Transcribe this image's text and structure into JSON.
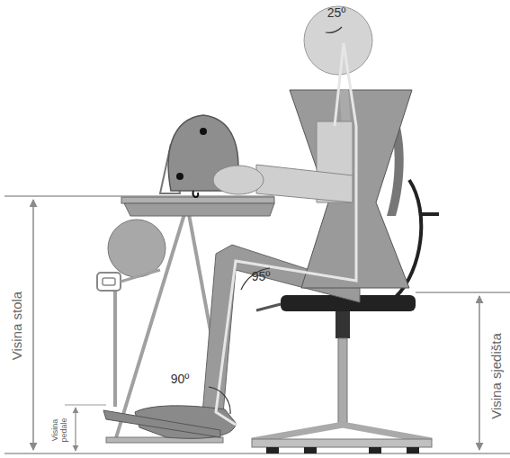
{
  "diagram": {
    "labels": [
      "25º",
      "95º",
      "90º",
      "Visina stola",
      "Visina pedale",
      "Visina sjedišta"
    ]
  }
}
